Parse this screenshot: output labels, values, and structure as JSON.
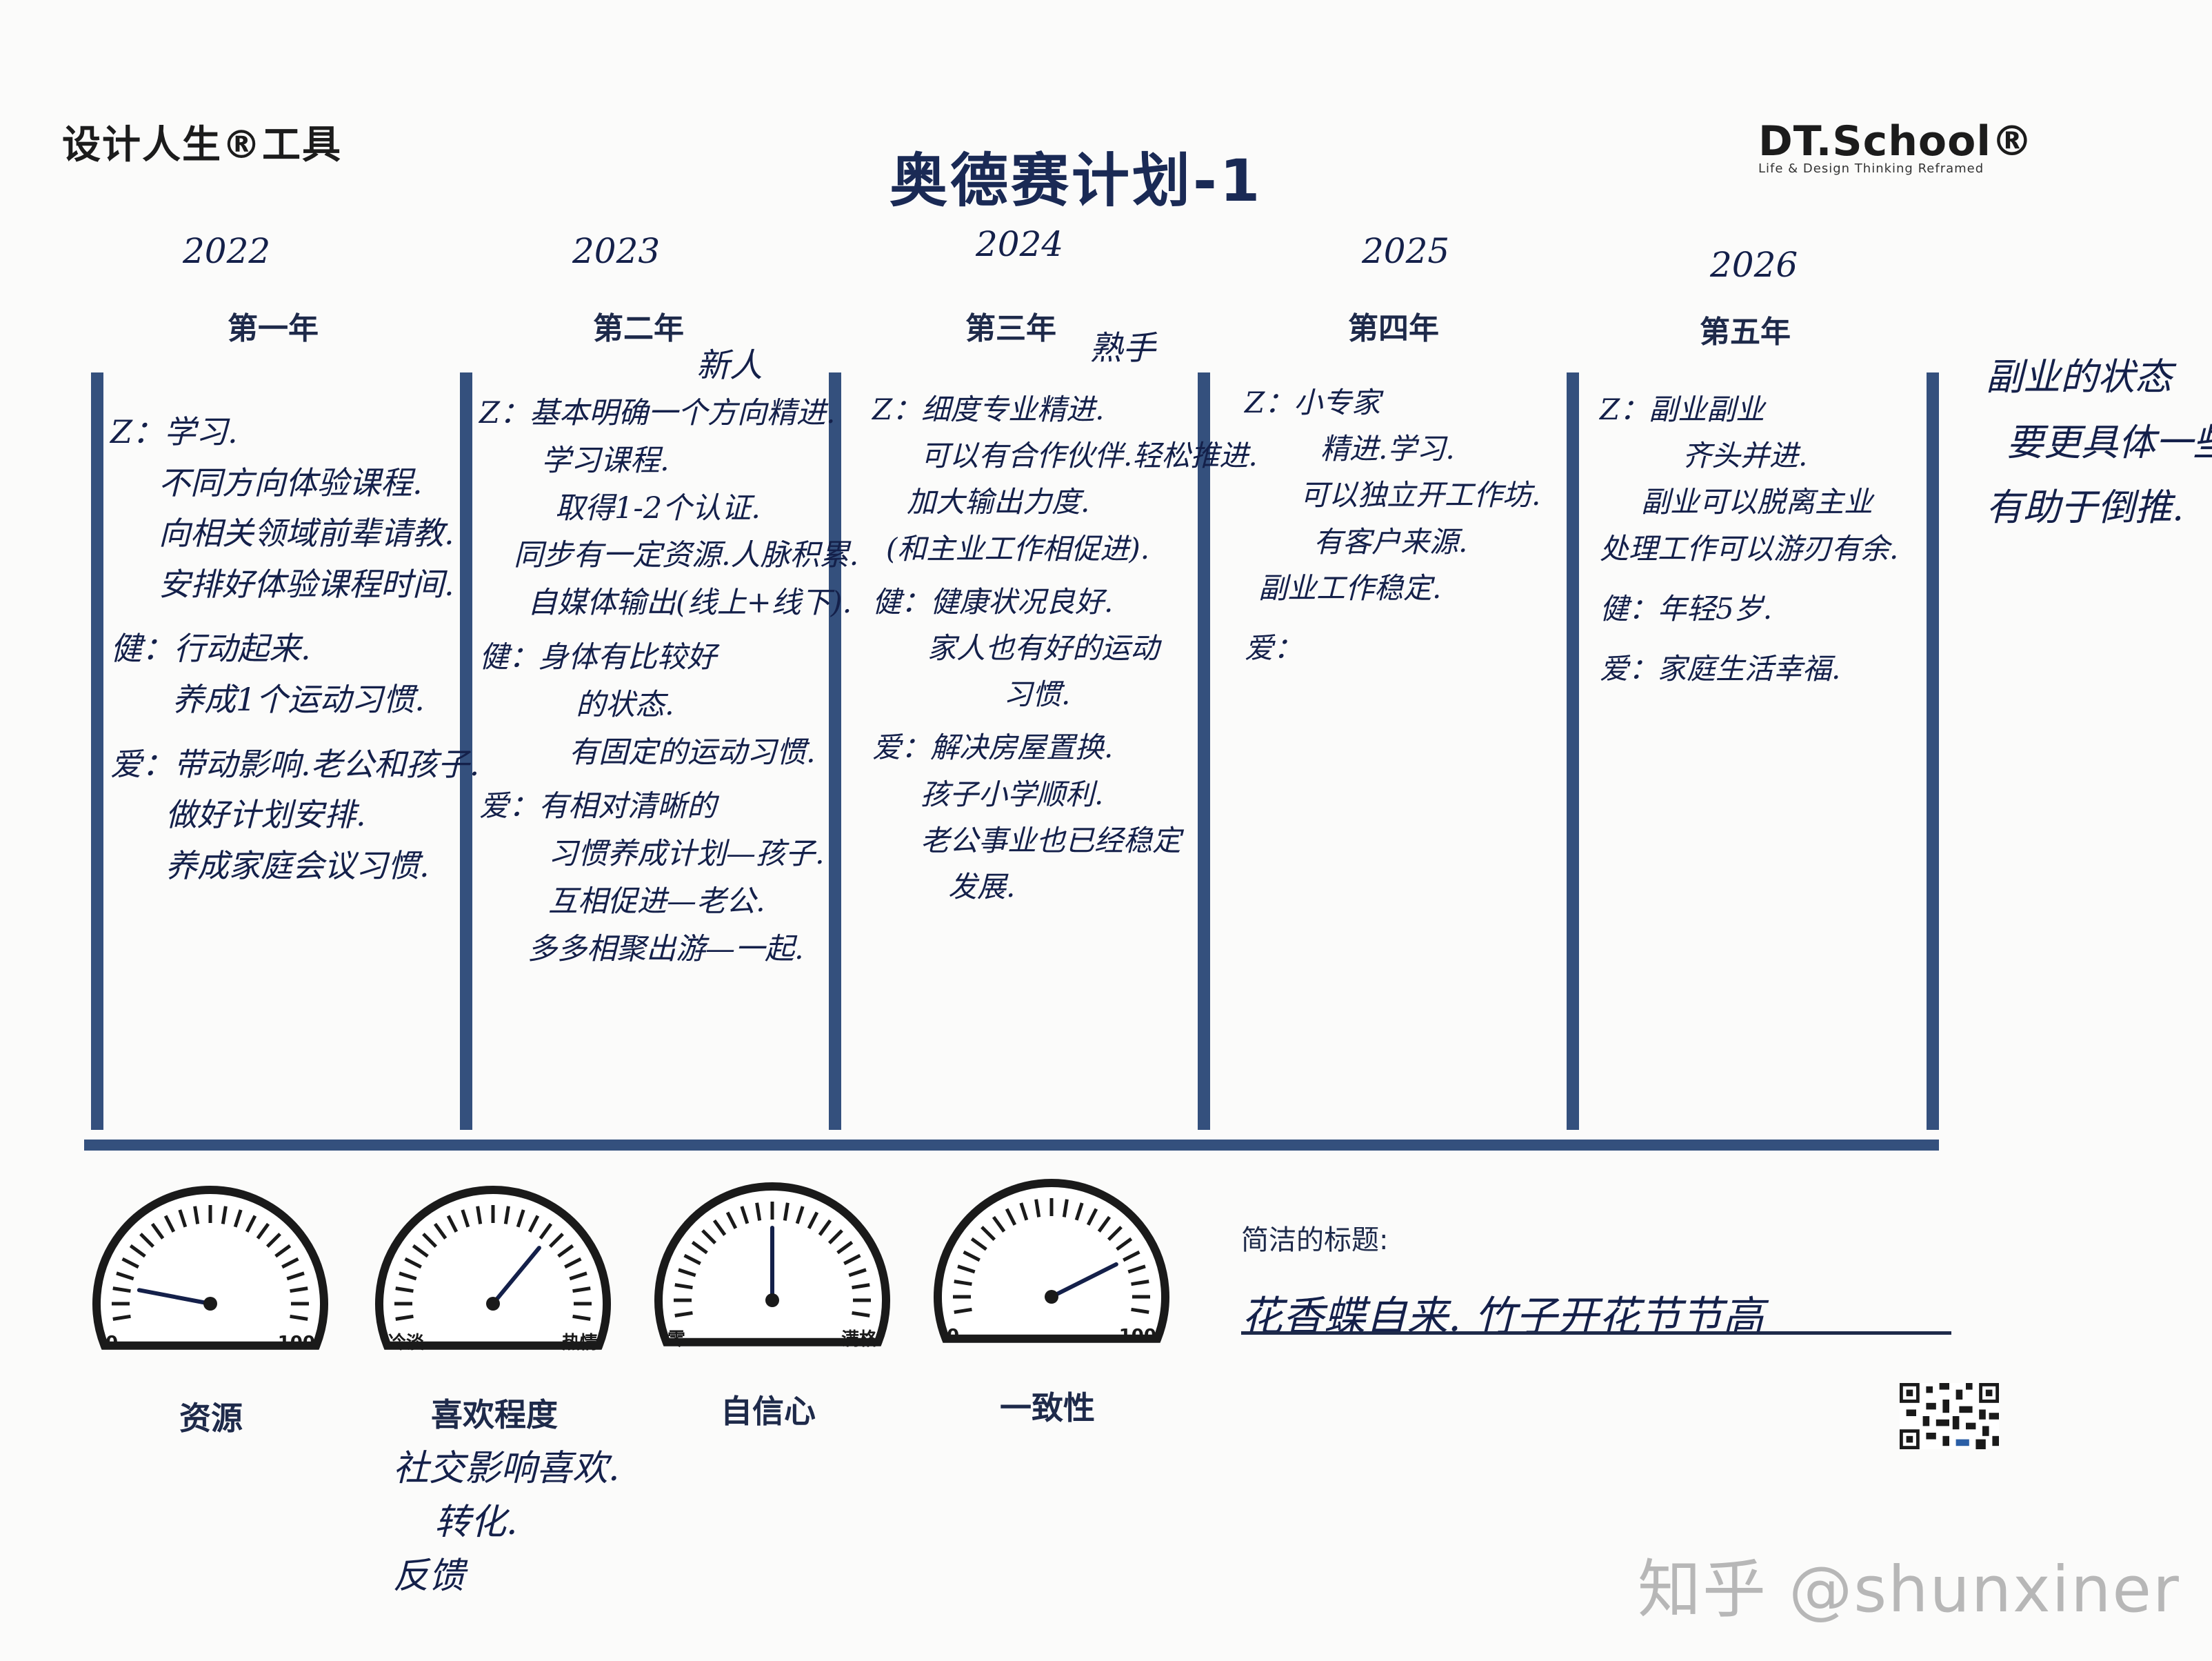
{
  "header": {
    "brand": "设计人生®工具",
    "title": "奥德赛计划-1",
    "logo_main": "DT.School®",
    "logo_sub": "Life & Design Thinking Reframed"
  },
  "columns": [
    {
      "year": "2022",
      "heading": "第一年",
      "above": "",
      "lines": [
        "Z：学习.",
        "不同方向体验课程.",
        "向相关领域前辈请教.",
        "安排好体验课程时间.",
        "健：行动起来.",
        "养成1个运动习惯.",
        "爱：带动影响.老公和孩子.",
        "做好计划安排.",
        "养成家庭会议习惯."
      ]
    },
    {
      "year": "2023",
      "heading": "第二年",
      "above": "新人",
      "lines": [
        "Z：基本明确一个方向精进.",
        "学习课程.",
        "取得1-2个认证.",
        "同步有一定资源.人脉积累.",
        "自媒体输出(线上+线下).",
        "健：身体有比较好",
        "的状态.",
        "有固定的运动习惯.",
        "爱：有相对清晰的",
        "习惯养成计划—孩子.",
        "互相促进—老公.",
        "多多相聚出游—一起."
      ]
    },
    {
      "year": "2024",
      "heading": "第三年",
      "above": "熟手",
      "lines": [
        "Z：细度专业精进.",
        "可以有合作伙伴.轻松推进.",
        "加大输出力度.",
        "(和主业工作相促进).",
        "健：健康状况良好.",
        "家人也有好的运动",
        "习惯.",
        "爱：解决房屋置换.",
        "孩子小学顺利.",
        "老公事业也已经稳定",
        "发展."
      ]
    },
    {
      "year": "2025",
      "heading": "第四年",
      "above": "",
      "lines": [
        "Z：小专家",
        "精进.学习.",
        "可以独立开工作坊.",
        "有客户来源.",
        "副业工作稳定.",
        "",
        "",
        "爱："
      ]
    },
    {
      "year": "2026",
      "heading": "第五年",
      "above": "",
      "lines": [
        "Z：副业副业",
        "齐头并进.",
        "副业可以脱离主业",
        "处理工作可以游刃有余.",
        "健：年轻5岁.",
        "爱：家庭生活幸福."
      ]
    }
  ],
  "side_note": [
    "副业的状态",
    "要更具体一些.",
    "有助于倒推."
  ],
  "gauges": [
    {
      "label": "资源",
      "left_text": "0",
      "right_text": "100",
      "level": 0.1
    },
    {
      "label": "喜欢程度",
      "left_text": "冷淡",
      "right_text": "热情",
      "level": 0.7
    },
    {
      "label": "自信心",
      "left_text": "零",
      "right_text": "满格",
      "level": 0.5
    },
    {
      "label": "一致性",
      "left_text": "0",
      "right_text": "100",
      "level": 0.82
    }
  ],
  "below_note": [
    "社交影响喜欢.",
    "转化.",
    "反馈"
  ],
  "short_title": {
    "label": "简洁的标题:",
    "value": "花香蝶自来. 竹子开花节节高"
  },
  "watermark": "知乎 @shunxiner",
  "colors": {
    "frame": "#34507d",
    "ink": "#14204a"
  }
}
